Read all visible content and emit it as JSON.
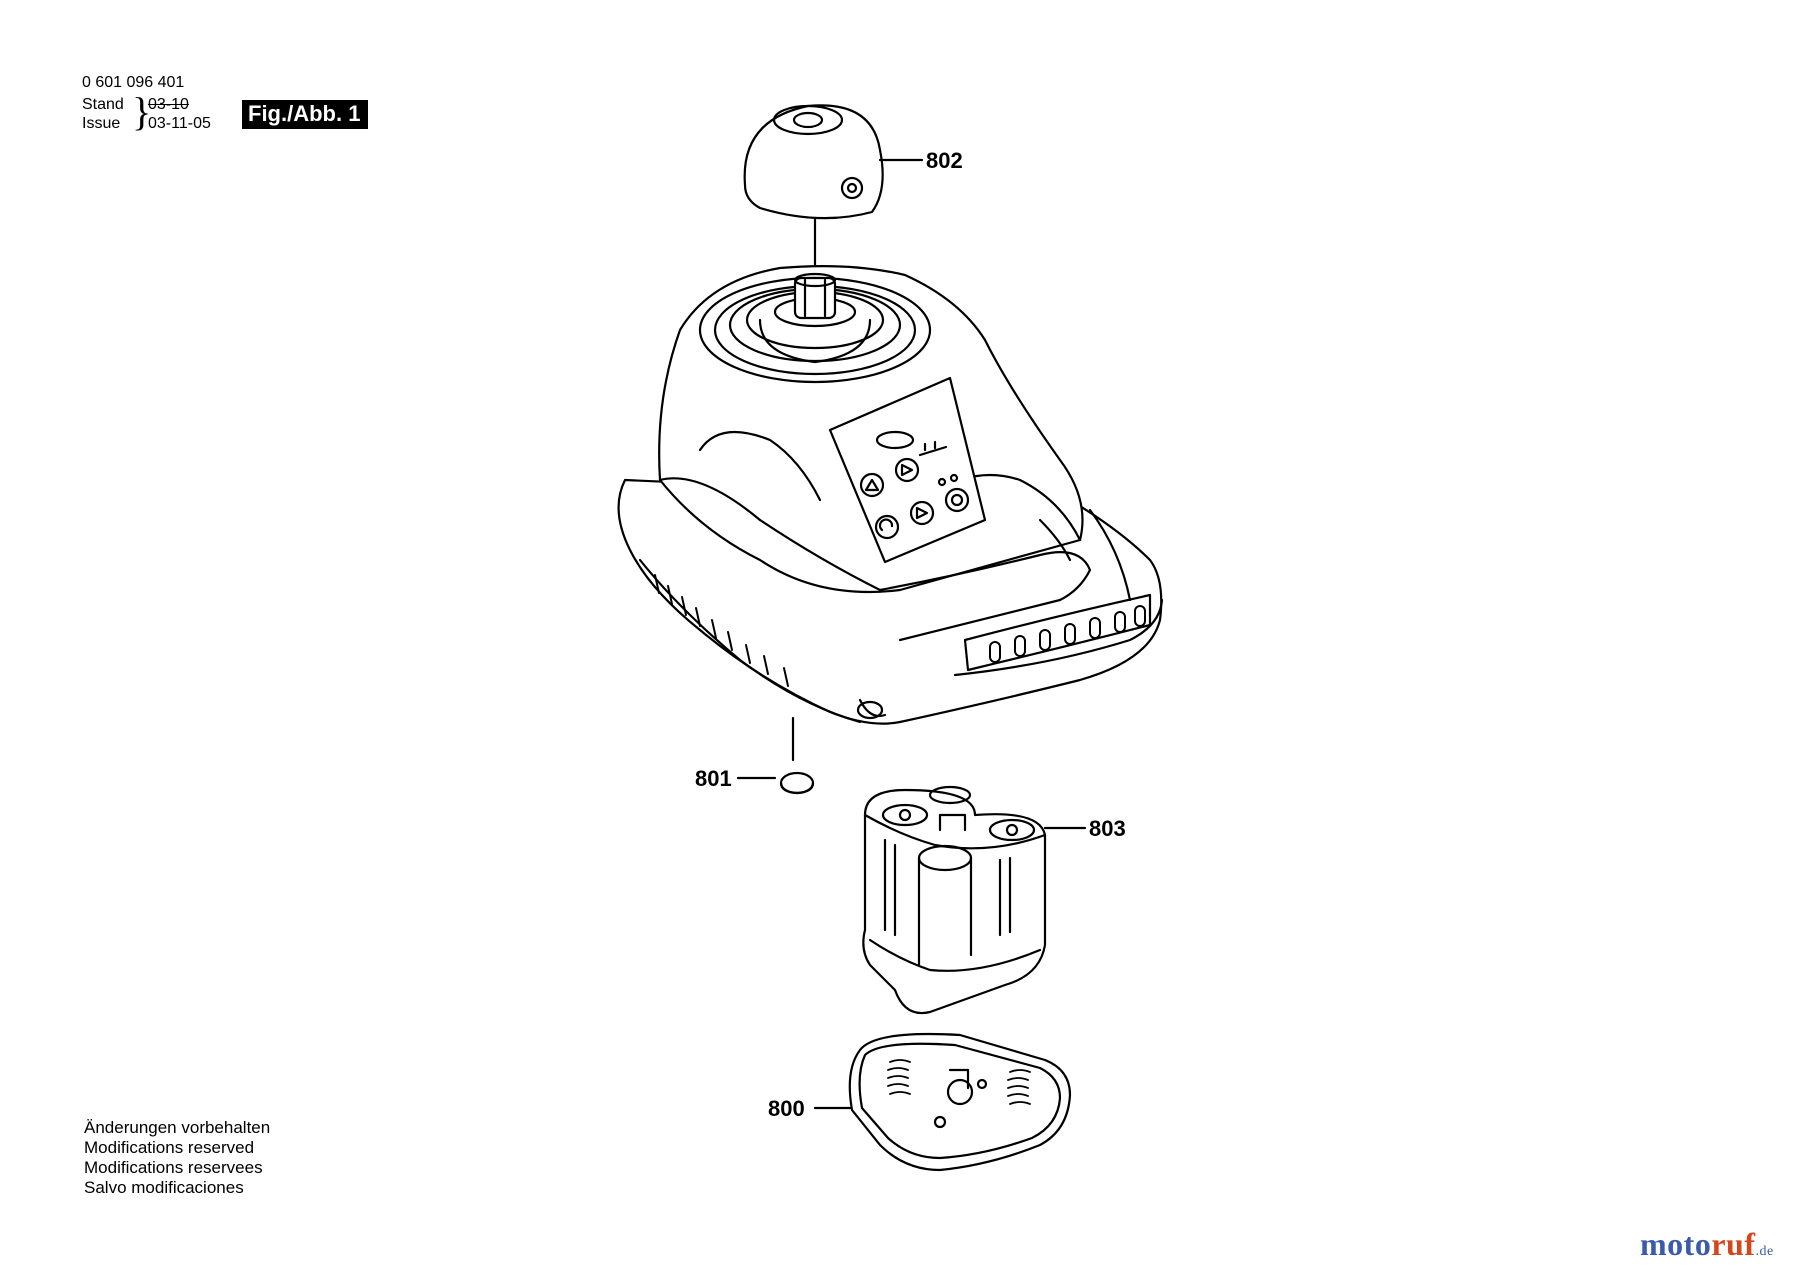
{
  "header": {
    "part_number": "0 601 096 401",
    "stand_label": "Stand",
    "issue_label": "Issue",
    "stand_value": "03-10",
    "issue_value": "03-11-05",
    "figure_label": "Fig./Abb. 1"
  },
  "parts": [
    {
      "id": "802"
    },
    {
      "id": "801"
    },
    {
      "id": "803"
    },
    {
      "id": "800"
    }
  ],
  "notes": [
    "Änderungen vorbehalten",
    "Modifications reserved",
    "Modifications reservees",
    "Salvo modificaciones"
  ],
  "brand": {
    "part1": "moto",
    "part2": "ruf",
    "part3": ".de"
  }
}
